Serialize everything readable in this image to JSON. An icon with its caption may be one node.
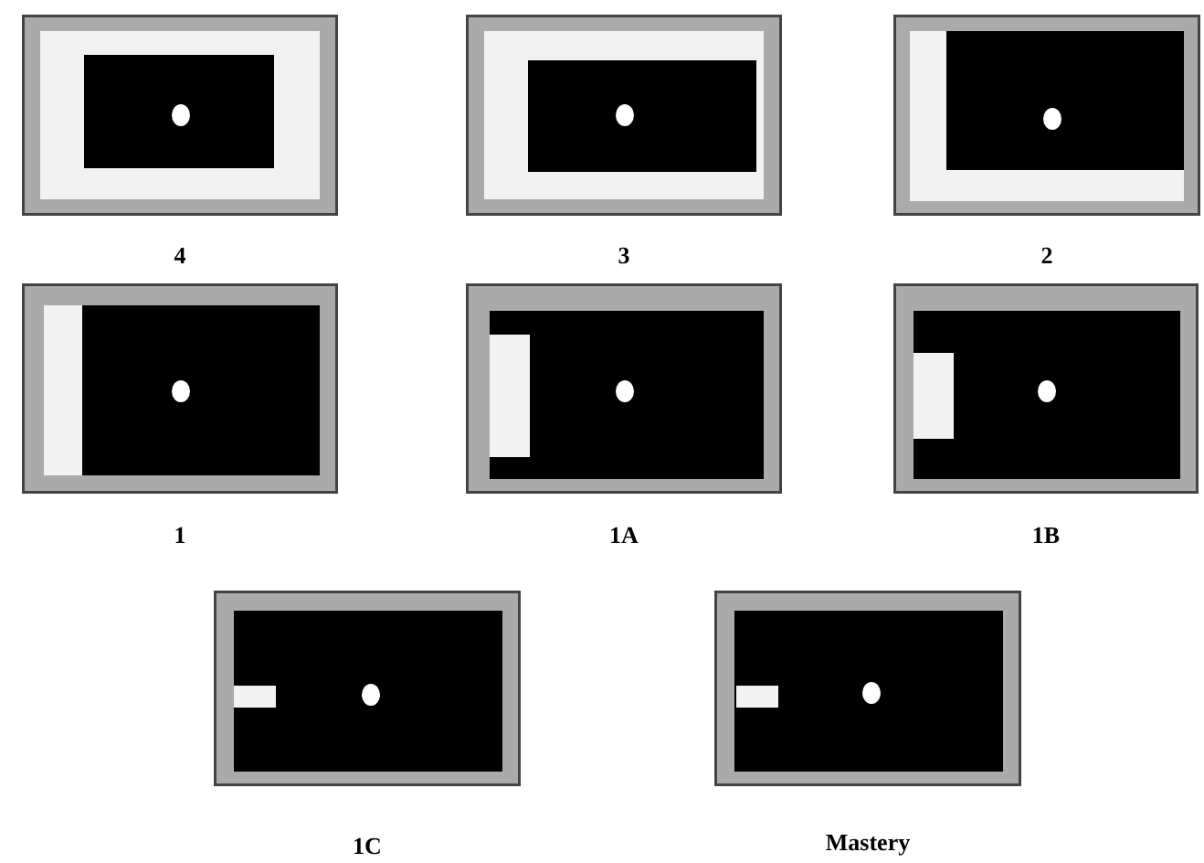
{
  "diagram": {
    "nodes": [
      {
        "text": [
          "4"
        ]
      },
      {
        "text": [
          "3"
        ]
      },
      {
        "text": [
          "2"
        ]
      },
      {
        "text": [
          "1"
        ]
      },
      {
        "text": [
          "1A"
        ]
      },
      {
        "text": [
          "1B"
        ]
      },
      {
        "text": [
          "1C"
        ]
      },
      {
        "text": [
          "Mastery"
        ]
      }
    ]
  }
}
